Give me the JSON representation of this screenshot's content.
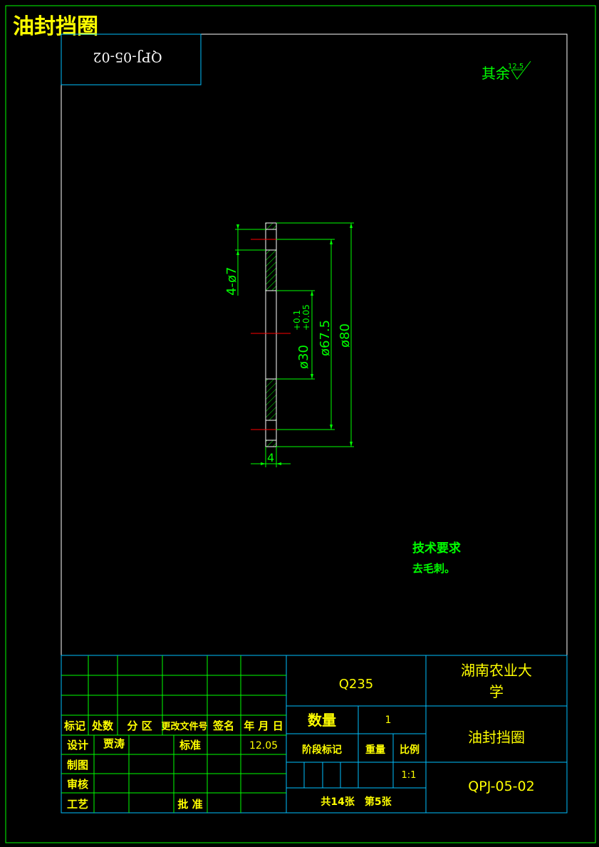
{
  "title": "油封挡圈",
  "drawing_number_rotated": "QPJ-05-02",
  "roughness": {
    "prefix": "其余",
    "value": "12.5"
  },
  "dimensions": {
    "holes": "4-ø7",
    "bore": "ø30",
    "bore_tol_upper": "+0.1",
    "bore_tol_lower": "+0.05",
    "pitch": "ø67.5",
    "outer": "ø80",
    "thickness": "4"
  },
  "notes": {
    "heading": "技术要求",
    "item": "去毛刺。"
  },
  "title_block": {
    "material": "Q235",
    "school": [
      "湖南农业大",
      "学"
    ],
    "part_name": "油封挡圈",
    "part_number": "QPJ-05-02",
    "quantity_label": "数量",
    "quantity_value": "1",
    "stage_label": "阶段标记",
    "weight_label": "重量",
    "scale_label": "比例",
    "scale_value": "1:1",
    "sheets": "共14张　第5张",
    "header_row": [
      "标记",
      "处数",
      "分 区",
      "更改文件号",
      "签名",
      "年 月 日"
    ],
    "design_label": "设计",
    "designer": "贾涛",
    "standard_label": "标准",
    "date": "12.05",
    "draw_label": "制图",
    "check_label": "审核",
    "process_label": "工艺",
    "approve_label": "批 准"
  }
}
